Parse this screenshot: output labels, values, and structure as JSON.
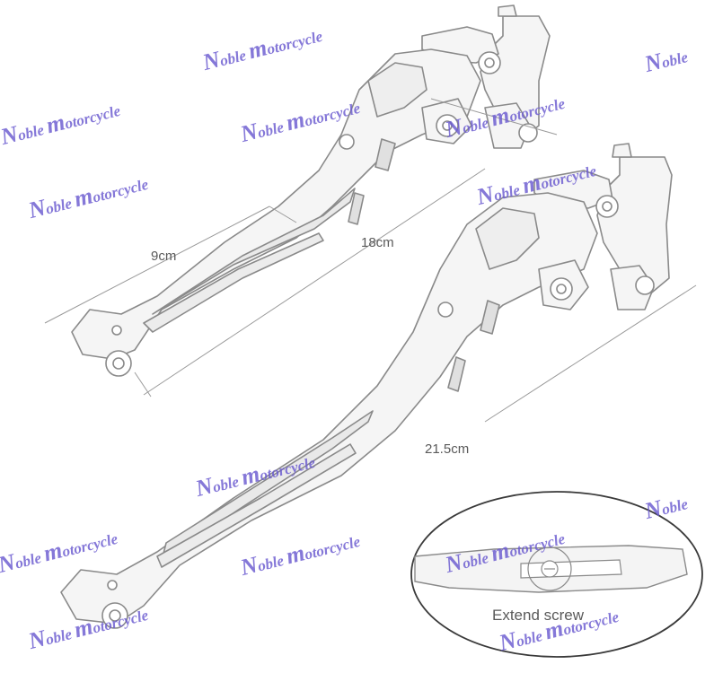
{
  "dimensions": {
    "short_lever": "9cm",
    "long_lever": "18cm",
    "extended": "21.5cm"
  },
  "callout": {
    "label": "Extend screw"
  },
  "watermark": {
    "first_cap": "N",
    "first_rest": "oble ",
    "second_cap": "m",
    "second_rest": "otorcycle"
  },
  "colors": {
    "line": "#8a8a8a",
    "metal_fill": "#f4f4f4",
    "watermark": "#6b5bd0"
  }
}
